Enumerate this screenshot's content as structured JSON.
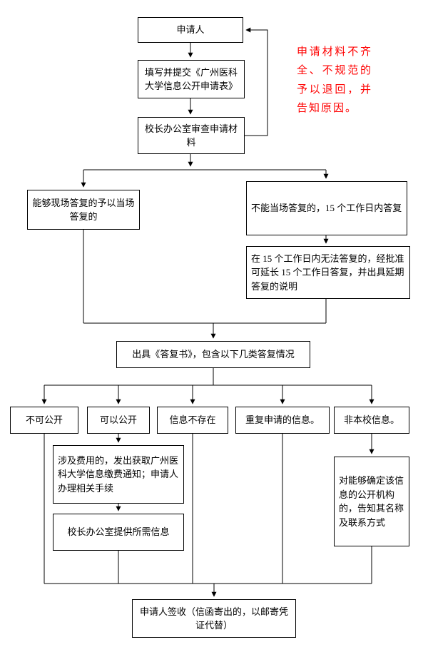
{
  "page": {
    "background": "#FFFFFF"
  },
  "colors": {
    "box_border": "#000000",
    "box_text": "#000000",
    "connector": "#000000",
    "note_text": "#FF0000"
  },
  "flowchart": {
    "nodes": {
      "applicant": "申请人",
      "submit_form": "填写并提交《广州医科大学信息公开申请表》",
      "office_review": "校长办公室审查申请材料",
      "onsite_reply": "能够现场答复的予以当场答复的",
      "reply_15days": "不能当场答复的，15 个工作日内答复",
      "extend_15days": "在 15 个工作日内无法答复的，经批准可延长 15 个工作日答复，并出具延期答复的说明",
      "reply_letter": "出具《答复书》，包含以下几类答复情况",
      "cat_not_public": "不可公开",
      "cat_public": "可以公开",
      "cat_not_exist": "信息不存在",
      "cat_repeated": "重复申请的信息。",
      "cat_external": "非本校信息。",
      "fee_notice": "涉及费用的，发出获取广州医科大学信息缴费通知；申请人办理相关手续",
      "provide_info": "校长办公室提供所需信息",
      "external_agency": "对能够确定该信息的公开机构的，告知其名称及联系方式",
      "sign_receipt": "申请人签收（信函寄出的，以邮寄凭证代替）"
    },
    "annotation": {
      "return_note": "申请材料不齐全、不规范的予以退回，并告知原因。"
    }
  }
}
